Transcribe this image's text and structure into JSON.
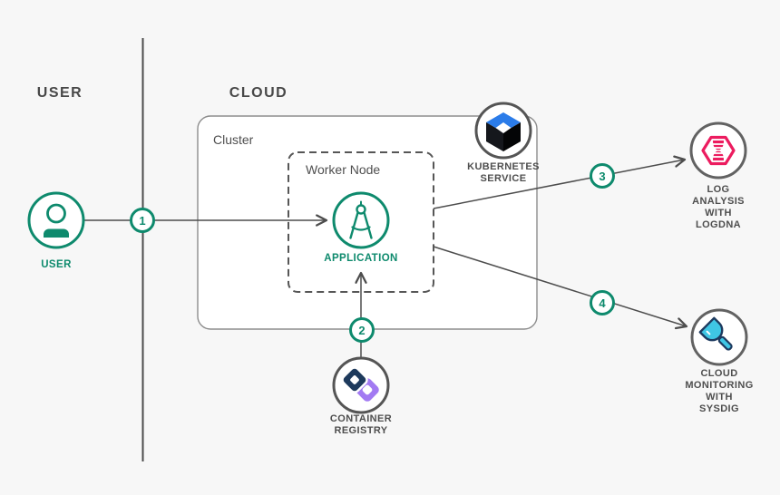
{
  "diagram": {
    "lanes": {
      "left_heading": "USER",
      "right_heading": "CLOUD"
    },
    "containers": {
      "cluster_label": "Cluster",
      "worker_node_label": "Worker Node"
    },
    "nodes": {
      "user": {
        "caption": "USER",
        "icon": "person-icon"
      },
      "application": {
        "caption": "APPLICATION",
        "icon": "drafting-compass-icon"
      },
      "kubernetes_service": {
        "caption": "KUBERNETES\nSERVICE",
        "icon": "kubernetes-cube-icon"
      },
      "log_analysis": {
        "caption": "LOG ANALYSIS\nWITH LOGDNA",
        "icon": "logdna-hexagon-dna-icon"
      },
      "cloud_monitoring": {
        "caption": "CLOUD\nMONITORING\nWITH SYSDIG",
        "icon": "sysdig-shovel-icon"
      },
      "container_registry": {
        "caption": "CONTAINER\nREGISTRY",
        "icon": "container-registry-cubes-icon"
      }
    },
    "steps": [
      {
        "number": "1"
      },
      {
        "number": "2"
      },
      {
        "number": "3"
      },
      {
        "number": "4"
      }
    ],
    "colors": {
      "background": "#f7f7f7",
      "accent_teal": "#0e8a6d",
      "line_gray": "#4d4d4d",
      "text_gray": "#4a4a4a",
      "kubernetes_blue": "#2b7ce9",
      "logdna_pink": "#ec1c5f",
      "sysdig_cyan": "#3fc6e4",
      "registry_navy": "#1e3a5c",
      "registry_purple": "#a27af2"
    }
  }
}
